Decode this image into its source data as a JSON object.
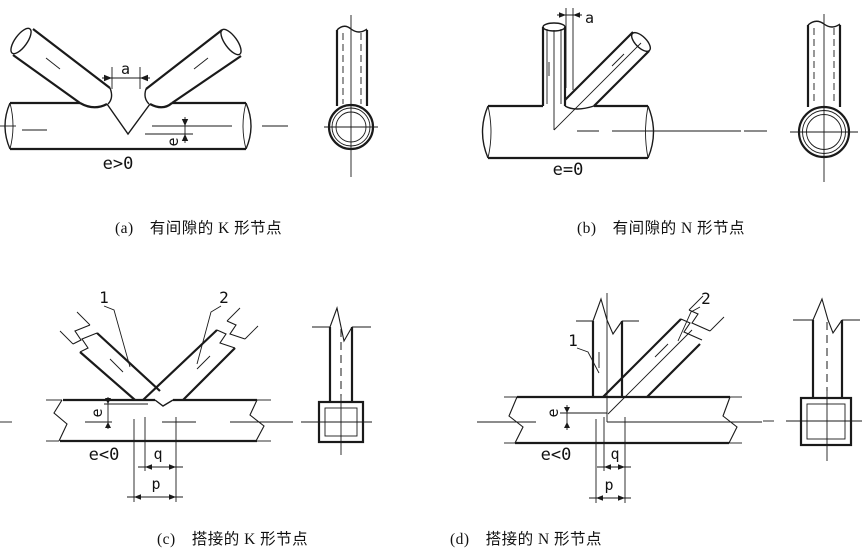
{
  "page": {
    "background": "#ffffff",
    "line_color": "#1a1a1a",
    "description_domain": "steel tubular truss joint types diagram"
  },
  "captions": {
    "a": {
      "index": "(a)",
      "title": "有间隙的 K 形节点"
    },
    "b": {
      "index": "(b)",
      "title": "有间隙的 N 形节点"
    },
    "c": {
      "index": "(c)",
      "title": "搭接的 K 形节点"
    },
    "d": {
      "index": "(d)",
      "title": "搭接的 N 形节点"
    }
  },
  "labels": {
    "gap": "a",
    "ecc": "e",
    "overlap_len": "q",
    "overlap_proj": "p",
    "brace_overlapped": "1",
    "brace_overlapping": "2",
    "ecc_positive": "e>0",
    "ecc_zero": "e=0",
    "ecc_negative": "e<0"
  }
}
